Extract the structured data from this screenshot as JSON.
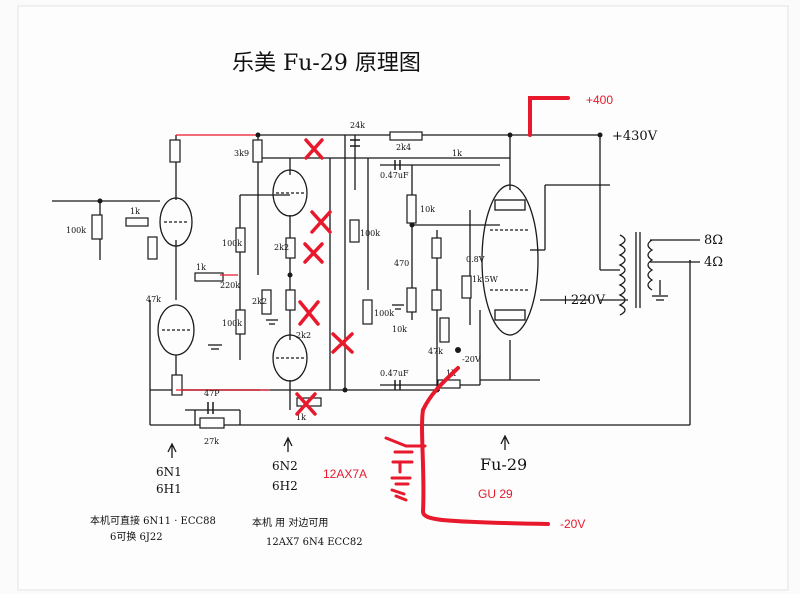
{
  "title": "乐美 Fu-29 原理图",
  "component_labels": {
    "r_100k_input": "100k",
    "r_1k_input": "1k",
    "r_3k9": "3k9",
    "r_100k_plate": "100k",
    "r_100k_grid": "100k",
    "r_1k_grid": "1k",
    "r_47k": "47k",
    "r_220k": "220k",
    "r_2k2_a": "2k2",
    "r_2k2_b": "2k2",
    "r_2k2_c": "2k2",
    "r_100k_right": "100k",
    "r_100k_right2": "100k",
    "r_10k": "10k",
    "r_24k": "24k",
    "r_2k4": "2k4",
    "r_1k_right": "1k",
    "r_10k_b": "10k",
    "r_470": "470",
    "c_047a": "0.47uF",
    "c_047b": "0.47uF",
    "r_1k_bottom": "1k",
    "r_1k_a": "1k",
    "c_47pF": "47P",
    "r_27k": "27k",
    "v_08": "0.8V",
    "r_1k_5w": "1k 5W",
    "r_47_bias": "47k",
    "v_neg20": "-20V",
    "ohm_8": "8Ω",
    "ohm_4": "4Ω",
    "v_430": "+430V",
    "v_220": "+220V"
  },
  "tube_labels": {
    "v1": "6N1\n6H1",
    "v2": "6N2\n6H2",
    "v3": "Fu-29"
  },
  "notes": {
    "note_left": "本机可直接 6N11 · ECC88\n6可换 6J22",
    "note_mid": "本机 用 对边可用\n12AX7  6N4  ECC82"
  },
  "annotations": {
    "plus400": "+400",
    "tube_12ax7": "12AX7A",
    "gu29": "GU 29",
    "minus20": "-20V"
  },
  "colors": {
    "ink": "#1a1a1a",
    "pen_red": "#e8192c",
    "paper": "#fbfbfb"
  }
}
